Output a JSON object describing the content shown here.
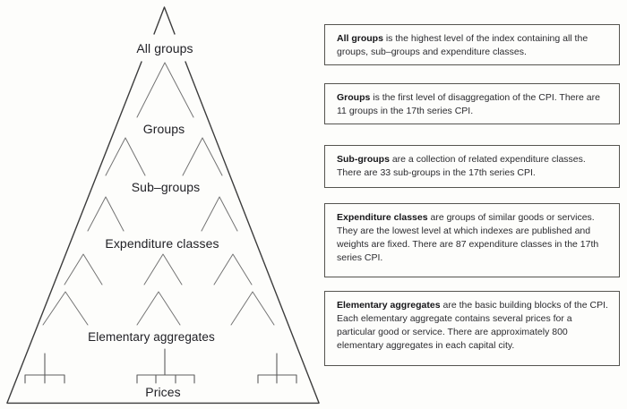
{
  "pyramid": {
    "all_groups": "All groups",
    "groups": "Groups",
    "sub_groups": "Sub–groups",
    "expenditure_classes": "Expenditure classes",
    "elementary_aggregates": "Elementary aggregates",
    "prices": "Prices"
  },
  "info_boxes": [
    {
      "term": "All groups",
      "description": " is the highest level of the index containing all the groups, sub–groups and expenditure classes."
    },
    {
      "term": "Groups",
      "description": " is the first level of disaggregation of the CPI. There are 11 groups in the 17th series CPI."
    },
    {
      "term": "Sub-groups",
      "description": " are a collection of related expenditure classes. There are 33 sub-groups in the 17th series CPI."
    },
    {
      "term": "Expenditure classes",
      "description": " are groups of similar goods or services. They are the lowest level at which indexes are published and weights are fixed. There are 87 expenditure classes in the 17th series CPI."
    },
    {
      "term": "Elementary aggregates",
      "description": " are the basic building blocks of the CPI. Each elementary aggregate contains several prices for a particular good or service. There are approximately 800 elementary aggregates in each capital city."
    }
  ],
  "colors": {
    "outline": "#3d3d3d",
    "branch_lines": "#747474",
    "box_border": "#55544f",
    "text": "#212126",
    "background": "#fdfdfb"
  }
}
